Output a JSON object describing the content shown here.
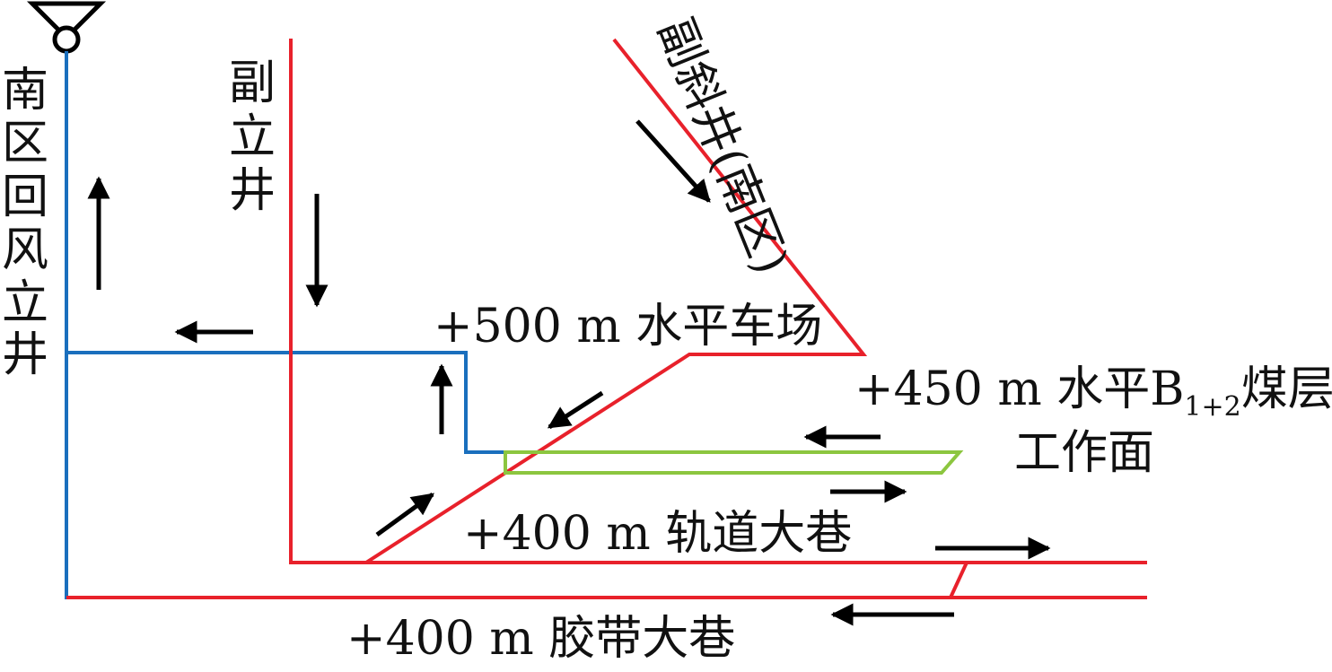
{
  "colors": {
    "intake": "#e8212b",
    "return": "#1a6fbd",
    "face": "#8cc63f",
    "arrow": "#000000",
    "text": "#111111"
  },
  "labels": {
    "return_shaft": [
      "南",
      "区",
      "回",
      "风",
      "立",
      "井"
    ],
    "aux_shaft": [
      "副",
      "立",
      "井"
    ],
    "incline": "副斜井(南区)",
    "yard_500": "+500 m 水平车场",
    "face_line1_main": "+450 m 水平B",
    "face_line1_sub": "1+2",
    "face_line1_tail": "煤层",
    "face_line2": "工作面",
    "track_roadway": "+400 m 轨道大巷",
    "belt_roadway": "+400 m 胶带大巷"
  },
  "icons": {
    "fan": "ventilator-fan-icon",
    "arrow": "airflow-arrow-icon"
  }
}
